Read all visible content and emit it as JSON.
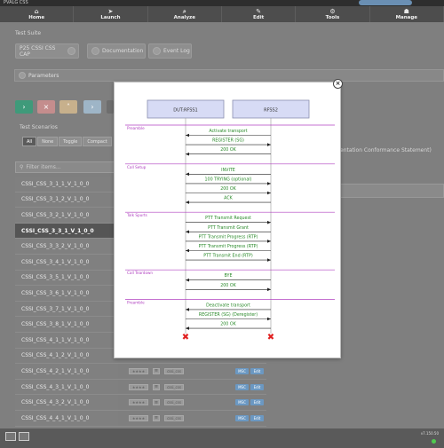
{
  "app": {
    "title": "PVALG CSS",
    "search_placeholder": ""
  },
  "nav": [
    {
      "label": "Home",
      "icon": "home-icon"
    },
    {
      "label": "Launch",
      "icon": "launch-icon"
    },
    {
      "label": "Analyze",
      "icon": "analyze-icon"
    },
    {
      "label": "Edit",
      "icon": "edit-icon"
    },
    {
      "label": "Tools",
      "icon": "tools-icon"
    },
    {
      "label": "Manage",
      "icon": "manage-icon"
    }
  ],
  "suite": {
    "section_label": "Test Suite",
    "selected": "P25 CSSI CSS CAP",
    "documentation": "Documentation",
    "event_log": "Event Log"
  },
  "parameters": {
    "label": "Parameters"
  },
  "scenarios": {
    "label": "Test Scenarios",
    "filters": [
      "All",
      "None",
      "Toggle",
      "Compact"
    ],
    "active_filter": "All",
    "filter_placeholder": "Filter items...",
    "behind_text": "entation Conformance Statement)",
    "items": [
      {
        "name": "CSSI_CSS_3_1_1_V_1_0_0",
        "selected": false,
        "extras": false
      },
      {
        "name": "CSSI_CSS_3_1_2_V_1_0_0",
        "selected": false,
        "extras": false
      },
      {
        "name": "CSSI_CSS_3_2_1_V_1_0_0",
        "selected": false,
        "extras": false
      },
      {
        "name": "CSSI_CSS_3_3_1_V_1_0_0",
        "selected": true,
        "extras": false
      },
      {
        "name": "CSSI_CSS_3_3_2_V_1_0_0",
        "selected": false,
        "extras": false
      },
      {
        "name": "CSSI_CSS_3_4_1_V_1_0_0",
        "selected": false,
        "extras": false
      },
      {
        "name": "CSSI_CSS_3_5_1_V_1_0_0",
        "selected": false,
        "extras": false
      },
      {
        "name": "CSSI_CSS_3_6_1_V_1_0_0",
        "selected": false,
        "extras": false
      },
      {
        "name": "CSSI_CSS_3_7_1_V_1_0_0",
        "selected": false,
        "extras": false
      },
      {
        "name": "CSSI_CSS_3_8_1_V_1_0_0",
        "selected": false,
        "extras": false
      },
      {
        "name": "CSSI_CSS_4_1_1_V_1_0_0",
        "selected": false,
        "extras": false
      },
      {
        "name": "CSSI_CSS_4_1_2_V_1_0_0",
        "selected": false,
        "extras": false
      },
      {
        "name": "CSSI_CSS_4_2_1_V_1_0_0",
        "selected": false,
        "extras": true
      },
      {
        "name": "CSSI_CSS_4_3_1_V_1_0_0",
        "selected": false,
        "extras": true
      },
      {
        "name": "CSSI_CSS_4_3_2_V_1_0_0",
        "selected": false,
        "extras": true
      },
      {
        "name": "CSSI_CSS_4_4_1_V_1_0_0",
        "selected": false,
        "extras": true
      }
    ],
    "row_extras": {
      "stars": "★★★★",
      "minus": "≡",
      "tag": "cssi_css",
      "msc": "MSC",
      "edit": "Edit"
    }
  },
  "footer": {
    "version": "v7.150.50"
  },
  "diagram": {
    "lifelines": [
      "DUT:RFSS1",
      "RFSS2"
    ],
    "sections": [
      "Preamble",
      "Call Setup",
      "Talk Spurts",
      "Call Teardown",
      "Preamble"
    ],
    "messages": [
      {
        "section": 0,
        "label": "Activate transport",
        "from": 1,
        "to": 0
      },
      {
        "section": 0,
        "label": "REGISTER (SG)",
        "from": 0,
        "to": 1
      },
      {
        "section": 0,
        "label": "200 OK",
        "from": 1,
        "to": 0
      },
      {
        "section": 1,
        "label": "INVITE",
        "from": 1,
        "to": 0
      },
      {
        "section": 1,
        "label": "100 TRYING (optional)",
        "from": 0,
        "to": 1
      },
      {
        "section": 1,
        "label": "200 OK",
        "from": 0,
        "to": 1
      },
      {
        "section": 1,
        "label": "ACK",
        "from": 1,
        "to": 0
      },
      {
        "section": 2,
        "label": "PTT Transmit Request",
        "from": 0,
        "to": 1
      },
      {
        "section": 2,
        "label": "PTT Transmit Grant",
        "from": 1,
        "to": 0
      },
      {
        "section": 2,
        "label": "PTT Transmit Progress (RTP)",
        "from": 0,
        "to": 1
      },
      {
        "section": 2,
        "label": "PTT Transmit Progress (RTP)",
        "from": 1,
        "to": 0
      },
      {
        "section": 2,
        "label": "PTT Transmit End (RTP)",
        "from": 0,
        "to": 1
      },
      {
        "section": 3,
        "label": "BYE",
        "from": 1,
        "to": 0
      },
      {
        "section": 3,
        "label": "200 OK",
        "from": 0,
        "to": 1
      },
      {
        "section": 4,
        "label": "Deactivate transport",
        "from": 1,
        "to": 0
      },
      {
        "section": 4,
        "label": "REGISTER (SG) (Deregister)",
        "from": 0,
        "to": 1
      },
      {
        "section": 4,
        "label": "200 OK",
        "from": 1,
        "to": 0
      }
    ],
    "colors": {
      "section_line": "#b040c0",
      "label": "#2a8a2a",
      "lifeline_box": "#d7dbf5",
      "terminator": "#e02020"
    }
  }
}
